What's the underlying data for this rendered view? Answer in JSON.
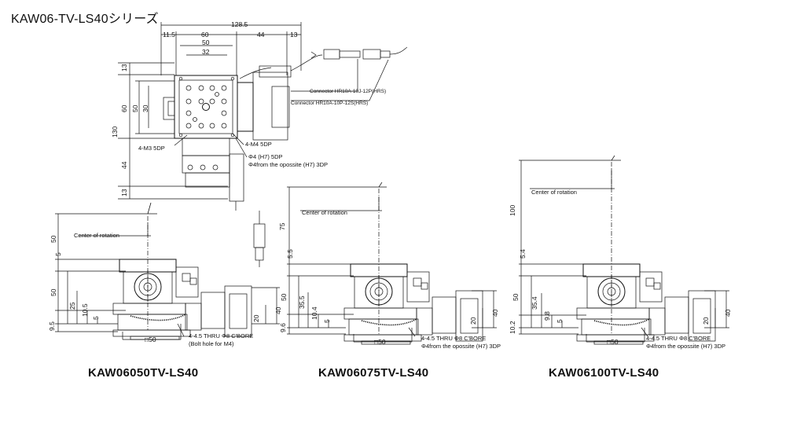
{
  "title": "KAW06-TV-LS40シリーズ",
  "top_view": {
    "dims_top": [
      "128.5",
      "11.5",
      "60",
      "44",
      "13",
      "50",
      "32"
    ],
    "dims_left": [
      "13",
      "60",
      "50",
      "30",
      "130",
      "44",
      "13"
    ],
    "connector_1": "Connector HR10A-10J-12P(HRS)",
    "connector_2": "Connector HR10A-10P-12S(HRS)",
    "hole_m3": "4-M3 5DP",
    "hole_m4": "4-M4 5DP",
    "pin_hole": "Φ4 (H7)  5DP",
    "pin_hole_opp": "Φ4from the opossite (H7)   3DP"
  },
  "models": [
    {
      "name": "KAW06050TV-LS40",
      "center_label": "Center of rotation",
      "dims": [
        "50",
        "5",
        "50",
        "25",
        "10.5",
        "5",
        "9.5"
      ],
      "right_dims": [
        "40",
        "20"
      ],
      "base": "□50",
      "note1": "4-4.5 THRU Φ8 C'BORE",
      "note2": "(Bolt hole for M4)"
    },
    {
      "name": "KAW06075TV-LS40",
      "center_label": "Center of rotation",
      "dims": [
        "75",
        "5.5",
        "50",
        "35.5",
        "10.4",
        "5",
        "9.6"
      ],
      "right_dims": [
        "40",
        "20"
      ],
      "base": "□50",
      "note1": "4-4.5 THRU Φ8 C'BORE",
      "note2": "Φ4from the opossite (H7)  3DP"
    },
    {
      "name": "KAW06100TV-LS40",
      "center_label": "Center of rotation",
      "dims": [
        "100",
        "5.4",
        "50",
        "35.4",
        "9.8",
        "5",
        "10.2"
      ],
      "right_dims": [
        "40",
        "20"
      ],
      "base": "□50",
      "note1": "4-4.5 THRU Φ8 C'BORE",
      "note2": "Φ4from the opossite (H7)  3DP"
    }
  ]
}
